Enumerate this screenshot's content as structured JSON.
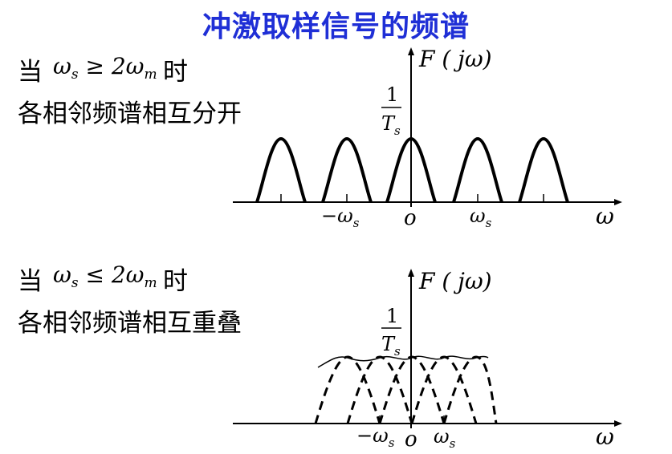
{
  "title": "冲激取样信号的频谱",
  "top": {
    "prefix": "当",
    "cond_var": "ω",
    "cond_var_sub": "s",
    "cond_op": "≥",
    "cond_rhs": "2ω",
    "cond_rhs_sub": "m",
    "suffix": "时",
    "desc": "各相邻频谱相互分开",
    "ylabel": "F ( jω)",
    "amp_num": "1",
    "amp_den": "T",
    "amp_den_sub": "s",
    "tick_neg": "−ω",
    "tick_neg_sub": "s",
    "origin": "o",
    "tick_pos": "ω",
    "tick_pos_sub": "s",
    "xlabel": "ω"
  },
  "bottom": {
    "prefix": "当",
    "cond_var": "ω",
    "cond_var_sub": "s",
    "cond_op": "≤",
    "cond_rhs": "2ω",
    "cond_rhs_sub": "m",
    "suffix": "时",
    "desc": "各相邻频谱相互重叠",
    "ylabel": "F ( jω)",
    "amp_num": "1",
    "amp_den": "T",
    "amp_den_sub": "s",
    "tick_neg": "−ω",
    "tick_neg_sub": "s",
    "origin": "o",
    "tick_pos": "ω",
    "tick_pos_sub": "s",
    "xlabel": "ω"
  },
  "colors": {
    "title": "#1f2fd6",
    "ink": "#000000"
  }
}
